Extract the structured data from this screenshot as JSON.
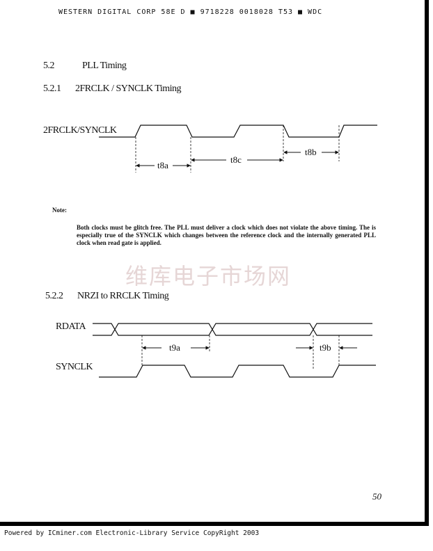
{
  "header": "WESTERN DIGITAL CORP    58E D  ■ 9718228 0018028 T53 ■ WDC",
  "section": {
    "number": "5.2",
    "title": "PLL Timing"
  },
  "sub1": {
    "number": "5.2.1",
    "title": "2FRCLK / SYNCLK Timing",
    "signal": "2FRCLK/SYNCLK",
    "t8a": "t8a",
    "t8c": "t8c",
    "t8b": "t8b"
  },
  "note": {
    "label": "Note:",
    "text": "Both clocks must be glitch free. The PLL must deliver a clock which does not violate the above timing. The is especially true of the SYNCLK which changes between the reference clock and the internally generated PLL clock when read gate is applied."
  },
  "watermark": "维库电子市场网",
  "sub2": {
    "number": "5.2.2",
    "title": "NRZI to RRCLK  Timing",
    "signal1": "RDATA",
    "signal2": "SYNCLK",
    "t9a": "t9a",
    "t9b": "t9b"
  },
  "page_number": "50",
  "footer": "Powered by ICminer.com Electronic-Library Service CopyRight 2003"
}
